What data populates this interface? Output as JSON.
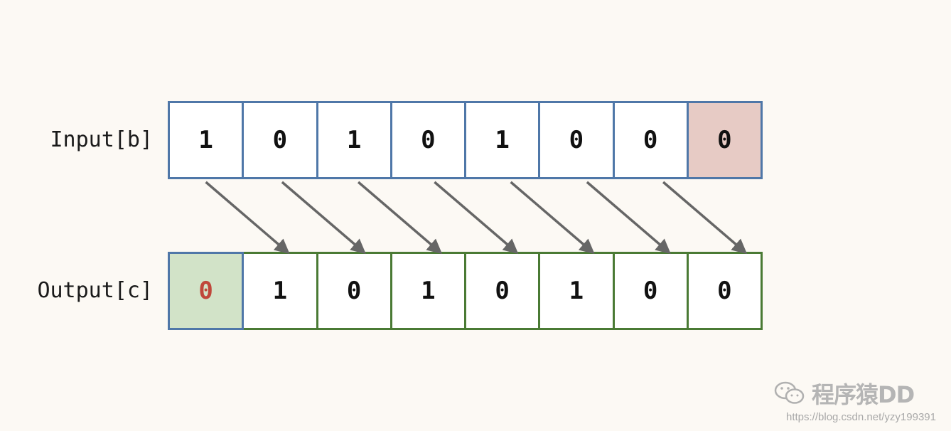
{
  "labels": {
    "input": "Input[b]",
    "output": "Output[c]"
  },
  "input_bits": [
    "1",
    "0",
    "1",
    "0",
    "1",
    "0",
    "0",
    "0"
  ],
  "output_bits": [
    "0",
    "1",
    "0",
    "1",
    "0",
    "1",
    "0",
    "0"
  ],
  "colors": {
    "input_border": "#4f77a8",
    "output_border": "#4a7a34",
    "dropped_bit_fill": "#e7cbc5",
    "filled_bit_fill": "#d2e3c8",
    "filled_bit_text": "#c0473a",
    "arrow": "#666666"
  },
  "watermark": {
    "brand": "程序猿DD",
    "url": "https://blog.csdn.net/yzy199391"
  }
}
